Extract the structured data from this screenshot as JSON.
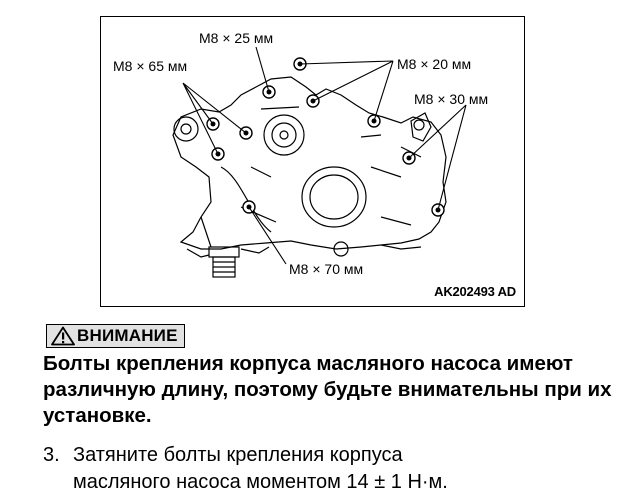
{
  "figure": {
    "labels": {
      "m8x25": "M8 × 25 мм",
      "m8x65": "M8 × 65 мм",
      "m8x20": "M8 × 20 мм",
      "m8x30": "M8 × 30 мм",
      "m8x70": "M8 × 70 мм"
    },
    "code": "AK202493 AD"
  },
  "caution": {
    "title": "ВНИМАНИЕ",
    "icon": "warning-triangle-icon",
    "text": "Болты крепления корпуса масляного насоса имеют различную длину, поэтому будьте внимательны при их установке."
  },
  "step": {
    "number": "3.",
    "line1": "Затяните болты крепления корпуса",
    "line2": "масляного насоса моментом 14 ± 1 Н·м."
  }
}
